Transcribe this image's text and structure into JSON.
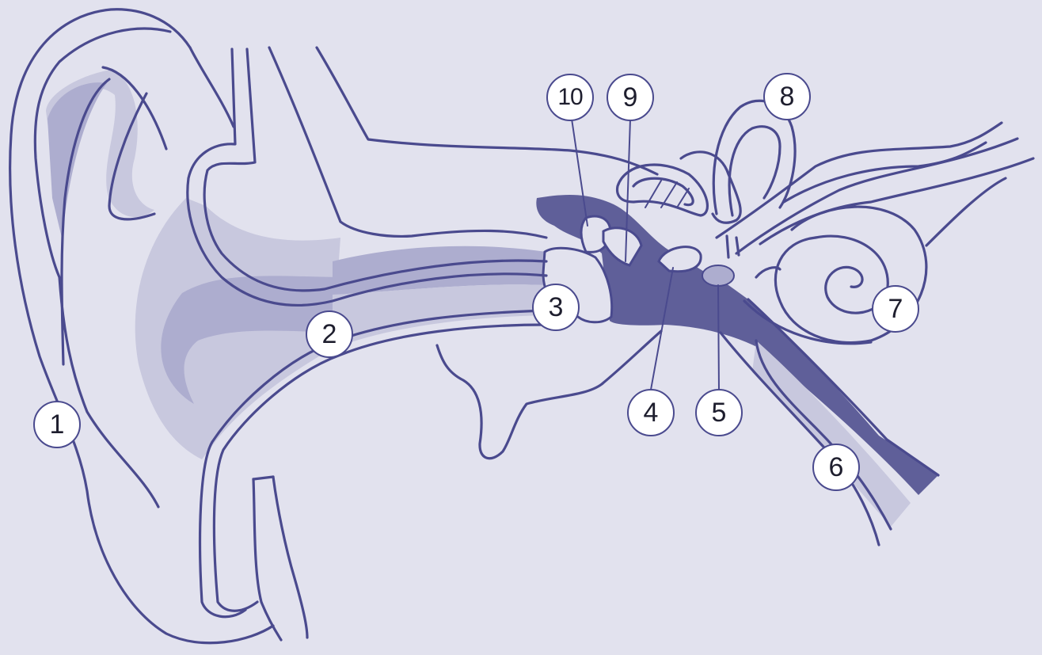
{
  "colors": {
    "background": "#e2e2ee",
    "outline": "#4a4a8e",
    "light_fill": "#c8c8de",
    "medium_fill": "#adadcf",
    "dark_fill": "#5f5f99",
    "callout_fill": "#ffffff"
  },
  "labels": [
    "1",
    "2",
    "3",
    "4",
    "5",
    "6",
    "7",
    "8",
    "9",
    "10"
  ]
}
